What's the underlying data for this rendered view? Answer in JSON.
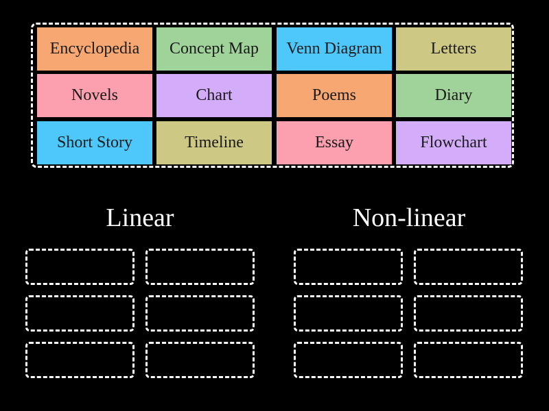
{
  "tiles": [
    {
      "label": "Encyclopedia",
      "color": "#f7a872"
    },
    {
      "label": "Concept Map",
      "color": "#9fd39a"
    },
    {
      "label": "Venn Diagram",
      "color": "#4ec8fa"
    },
    {
      "label": "Letters",
      "color": "#cdc984"
    },
    {
      "label": "Novels",
      "color": "#fc9fae"
    },
    {
      "label": "Chart",
      "color": "#d3acfa"
    },
    {
      "label": "Poems",
      "color": "#f7a872"
    },
    {
      "label": "Diary",
      "color": "#9fd39a"
    },
    {
      "label": "Short Story",
      "color": "#4ec8fa"
    },
    {
      "label": "Timeline",
      "color": "#cdc984"
    },
    {
      "label": "Essay",
      "color": "#fc9fae"
    },
    {
      "label": "Flowchart",
      "color": "#d3acfa"
    }
  ],
  "groups": {
    "linear": {
      "title": "Linear"
    },
    "nonlinear": {
      "title": "Non-linear"
    }
  }
}
